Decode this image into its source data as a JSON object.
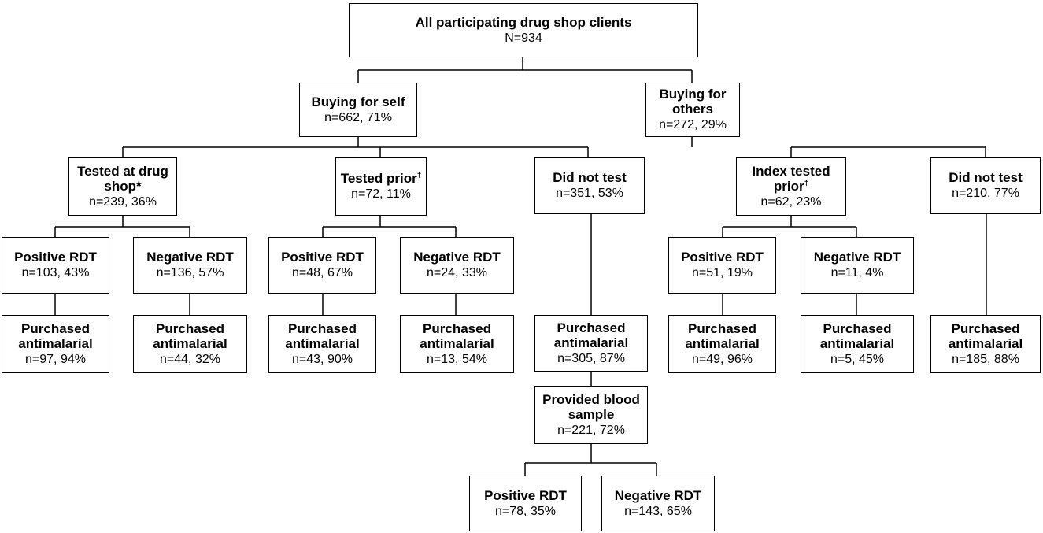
{
  "root": {
    "title": "All participating drug shop clients",
    "stat": "N=934"
  },
  "self": {
    "title": "Buying for self",
    "stat": "n=662, 71%",
    "tested_shop": {
      "title": "Tested at drug shop*",
      "stat": "n=239, 36%",
      "pos": {
        "title": "Positive RDT",
        "stat": "n=103, 43%",
        "purchased": {
          "title": "Purchased antimalarial",
          "stat": "n=97, 94%"
        }
      },
      "neg": {
        "title": "Negative RDT",
        "stat": "n=136, 57%",
        "purchased": {
          "title": "Purchased antimalarial",
          "stat": "n=44, 32%"
        }
      }
    },
    "tested_prior": {
      "title": "Tested prior",
      "mark": "†",
      "stat": "n=72, 11%",
      "pos": {
        "title": "Positive RDT",
        "stat": "n=48, 67%",
        "purchased": {
          "title": "Purchased antimalarial",
          "stat": "n=43, 90%"
        }
      },
      "neg": {
        "title": "Negative RDT",
        "stat": "n=24, 33%",
        "purchased": {
          "title": "Purchased antimalarial",
          "stat": "n=13, 54%"
        }
      }
    },
    "no_test": {
      "title": "Did not test",
      "stat": "n=351, 53%",
      "purchased": {
        "title": "Purchased antimalarial",
        "stat": "n=305, 87%"
      },
      "blood": {
        "title": "Provided blood sample",
        "stat": "n=221, 72%",
        "pos": {
          "title": "Positive RDT",
          "stat": "n=78, 35%"
        },
        "neg": {
          "title": "Negative RDT",
          "stat": "n=143, 65%"
        }
      }
    }
  },
  "others": {
    "title": "Buying for others",
    "stat": "n=272, 29%",
    "index_tested": {
      "title": "Index tested prior",
      "mark": "†",
      "stat": "n=62, 23%",
      "pos": {
        "title": "Positive RDT",
        "stat": "n=51, 19%",
        "purchased": {
          "title": "Purchased antimalarial",
          "stat": "n=49, 96%"
        }
      },
      "neg": {
        "title": "Negative RDT",
        "stat": "n=11, 4%",
        "purchased": {
          "title": "Purchased antimalarial",
          "stat": "n=5, 45%"
        }
      }
    },
    "no_test": {
      "title": "Did not test",
      "stat": "n=210, 77%",
      "purchased": {
        "title": "Purchased antimalarial",
        "stat": "n=185, 88%"
      }
    }
  }
}
